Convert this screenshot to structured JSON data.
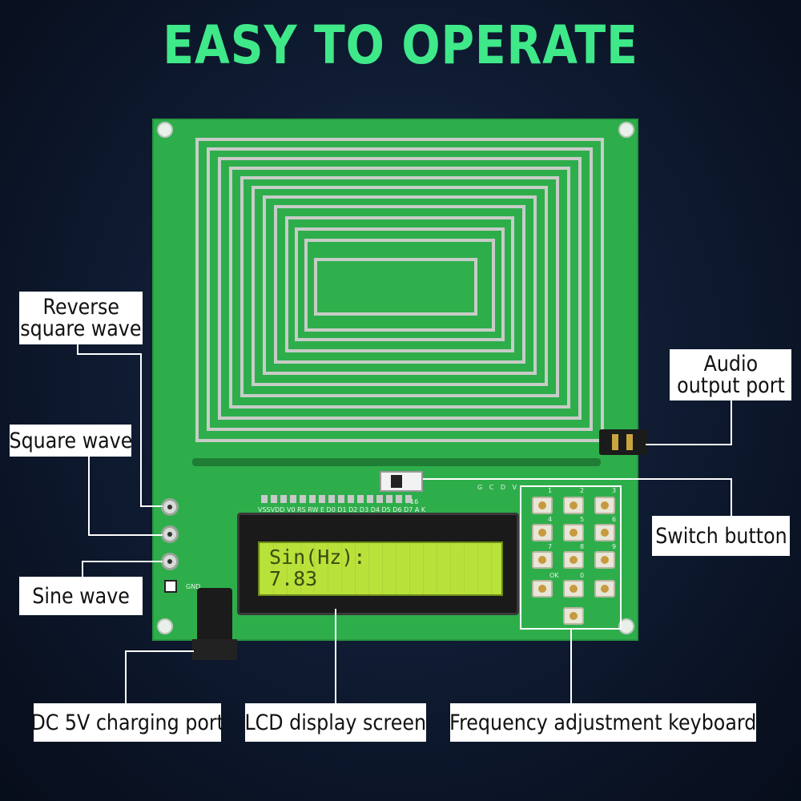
{
  "headline": "EASY TO OPERATE",
  "labels": {
    "reverse_square_wave": [
      "Reverse",
      "square wave"
    ],
    "square_wave": "Square wave",
    "sine_wave": "Sine wave",
    "audio_output_port": [
      "Audio",
      "output port"
    ],
    "switch_button": "Switch button",
    "dc_charging_port": "DC 5V charging port",
    "lcd_display_screen": "LCD display screen",
    "frequency_keyboard": "Frequency adjustment keyboard"
  },
  "lcd": {
    "line1": "Sin(Hz):",
    "line2": "7.83"
  },
  "board_silkscreen": {
    "lcd_pins": "VSSVDD V0 RS RW E D0 D1 D2 D3 D4 D5 D6 D7 A K",
    "pin16": "16",
    "switch_pins": "G C D V",
    "gnd": "GND",
    "key_ok": "OK",
    "key_numbers": [
      "1",
      "2",
      "3",
      "4",
      "5",
      "6",
      "7",
      "8",
      "9",
      "0"
    ]
  },
  "colors": {
    "headline": "#3fe889",
    "board": "#2eae4b",
    "lcd_backlight": "#b8e23a"
  }
}
